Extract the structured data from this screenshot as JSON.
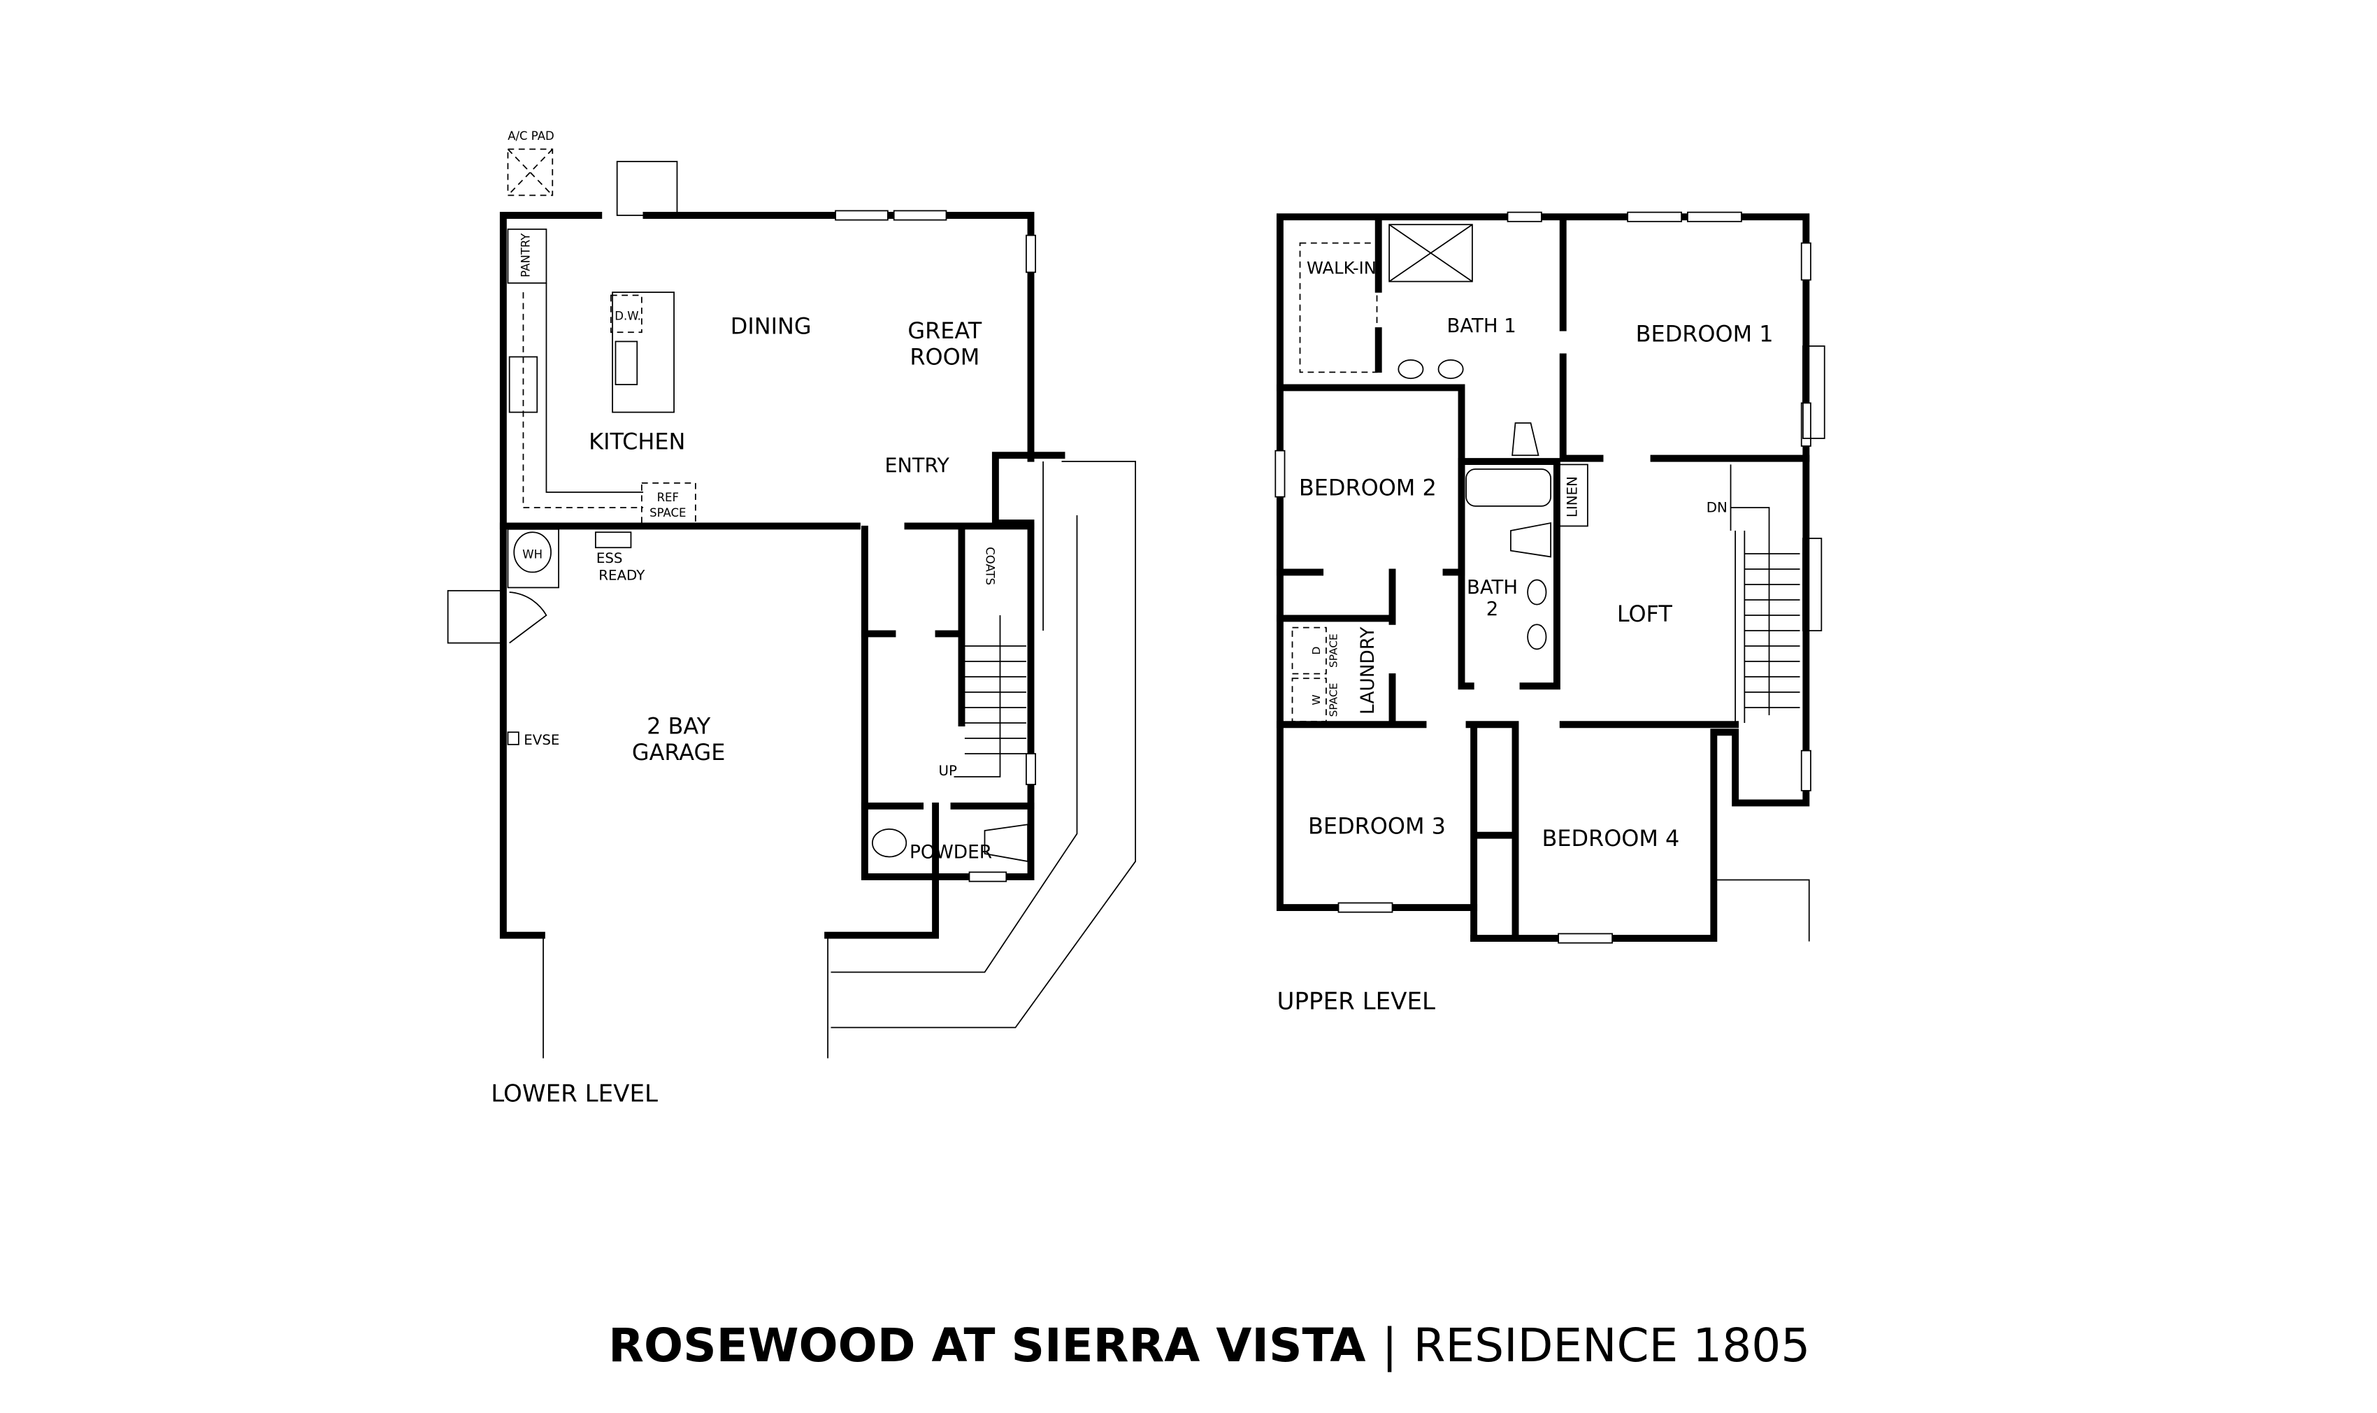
{
  "title": {
    "community": "ROSEWOOD AT SIERRA VISTA",
    "separator": "|",
    "residence": "RESIDENCE 1805"
  },
  "lower_level": {
    "label": "LOWER LEVEL",
    "rooms": {
      "dining": "DINING",
      "great_room_1": "GREAT",
      "great_room_2": "ROOM",
      "kitchen": "KITCHEN",
      "entry": "ENTRY",
      "garage_1": "2 BAY",
      "garage_2": "GARAGE",
      "powder": "POWDER"
    },
    "fixtures": {
      "ac_pad": "A/C PAD",
      "pantry": "PANTRY",
      "dishwasher": "D.W.",
      "ref_1": "REF",
      "ref_2": "SPACE",
      "water_heater": "WH",
      "ess_1": "ESS",
      "ess_2": "READY",
      "evse": "EVSE",
      "coats": "COATS",
      "stairs_up": "UP"
    }
  },
  "upper_level": {
    "label": "UPPER LEVEL",
    "rooms": {
      "walk_in": "WALK-IN",
      "bath_1": "BATH 1",
      "bedroom_1": "BEDROOM 1",
      "bedroom_2": "BEDROOM 2",
      "linen": "LINEN",
      "bath_2_1": "BATH",
      "bath_2_2": "2",
      "loft": "LOFT",
      "laundry": "LAUNDRY",
      "d_space_1": "D",
      "d_space_2": "SPACE",
      "w_space_1": "W",
      "w_space_2": "SPACE",
      "bedroom_3": "BEDROOM 3",
      "bedroom_4": "BEDROOM 4",
      "stairs_down": "DN"
    }
  }
}
